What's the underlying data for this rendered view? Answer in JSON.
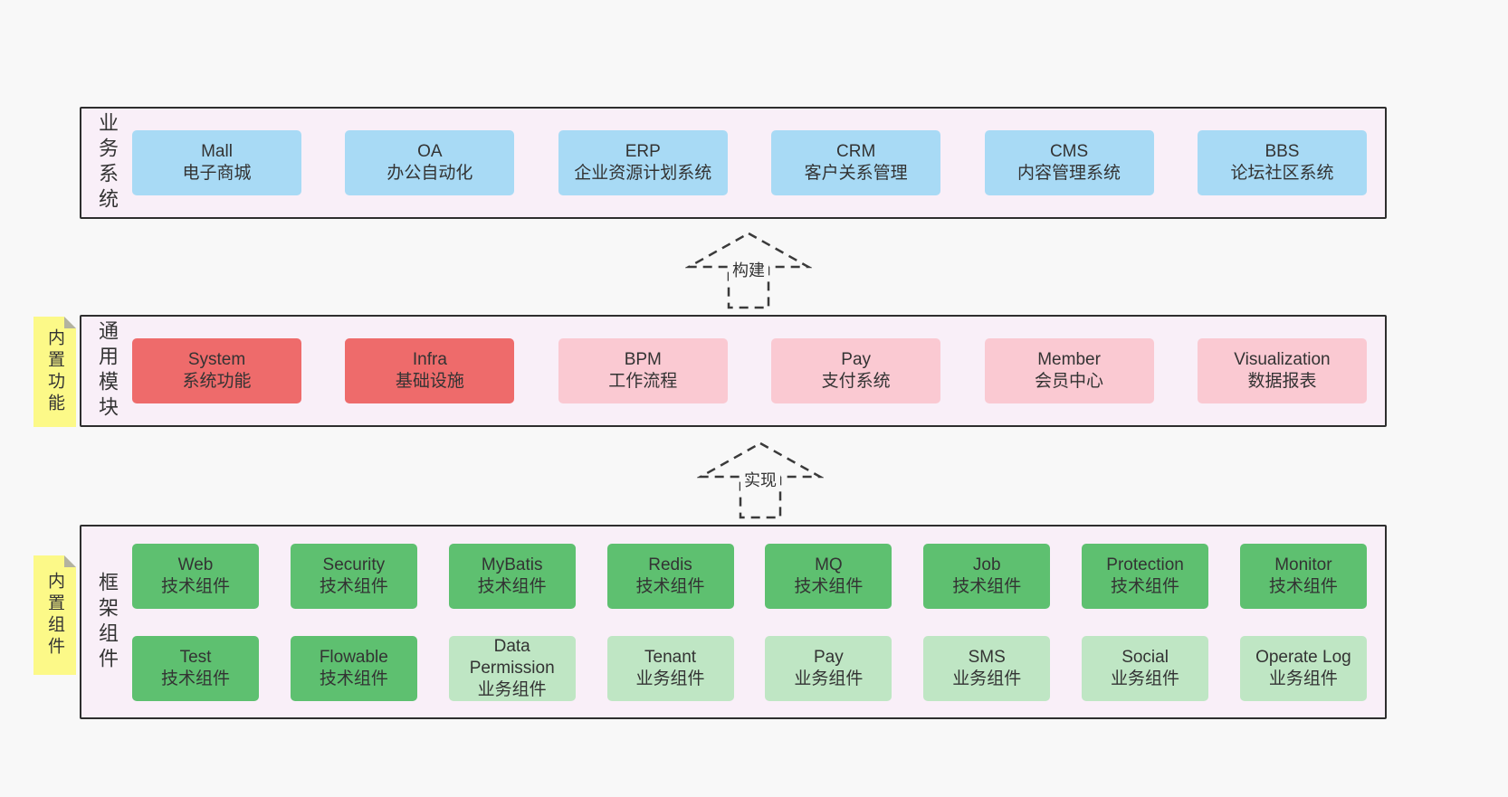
{
  "arrows": {
    "build_label": "构建",
    "implement_label": "实现"
  },
  "business_layer": {
    "side_label": "业务系统",
    "boxes": [
      {
        "title": "Mall",
        "subtitle": "电子商城"
      },
      {
        "title": "OA",
        "subtitle": "办公自动化"
      },
      {
        "title": "ERP",
        "subtitle": "企业资源计划系统"
      },
      {
        "title": "CRM",
        "subtitle": "客户关系管理"
      },
      {
        "title": "CMS",
        "subtitle": "内容管理系统"
      },
      {
        "title": "BBS",
        "subtitle": "论坛社区系统"
      }
    ]
  },
  "module_layer": {
    "side_label": "通用模块",
    "sticky_label": "内置功能",
    "boxes": [
      {
        "title": "System",
        "subtitle": "系统功能"
      },
      {
        "title": "Infra",
        "subtitle": "基础设施"
      },
      {
        "title": "BPM",
        "subtitle": "工作流程"
      },
      {
        "title": "Pay",
        "subtitle": "支付系统"
      },
      {
        "title": "Member",
        "subtitle": "会员中心"
      },
      {
        "title": "Visualization",
        "subtitle": "数据报表"
      }
    ]
  },
  "component_layer": {
    "side_label": "框架组件",
    "sticky_label": "内置组件",
    "row1": [
      {
        "title": "Web",
        "subtitle": "技术组件"
      },
      {
        "title": "Security",
        "subtitle": "技术组件"
      },
      {
        "title": "MyBatis",
        "subtitle": "技术组件"
      },
      {
        "title": "Redis",
        "subtitle": "技术组件"
      },
      {
        "title": "MQ",
        "subtitle": "技术组件"
      },
      {
        "title": "Job",
        "subtitle": "技术组件"
      },
      {
        "title": "Protection",
        "subtitle": "技术组件"
      },
      {
        "title": "Monitor",
        "subtitle": "技术组件"
      }
    ],
    "row2": [
      {
        "title": "Test",
        "subtitle": "技术组件"
      },
      {
        "title": "Flowable",
        "subtitle": "技术组件"
      },
      {
        "title": "Data Permission",
        "subtitle": "业务组件"
      },
      {
        "title": "Tenant",
        "subtitle": "业务组件"
      },
      {
        "title": "Pay",
        "subtitle": "业务组件"
      },
      {
        "title": "SMS",
        "subtitle": "业务组件"
      },
      {
        "title": "Social",
        "subtitle": "业务组件"
      },
      {
        "title": "Operate Log",
        "subtitle": "业务组件"
      }
    ]
  },
  "colors": {
    "page_bg": "#f8f8f8",
    "panel_bg": "#f9eff8",
    "panel_border": "#2e2e2e",
    "blue": "#a8daf5",
    "red": "#ee6b6b",
    "pink": "#fac9d2",
    "green": "#5ec070",
    "light_green": "#bfe6c4",
    "sticky_yellow": "#fcf988"
  }
}
